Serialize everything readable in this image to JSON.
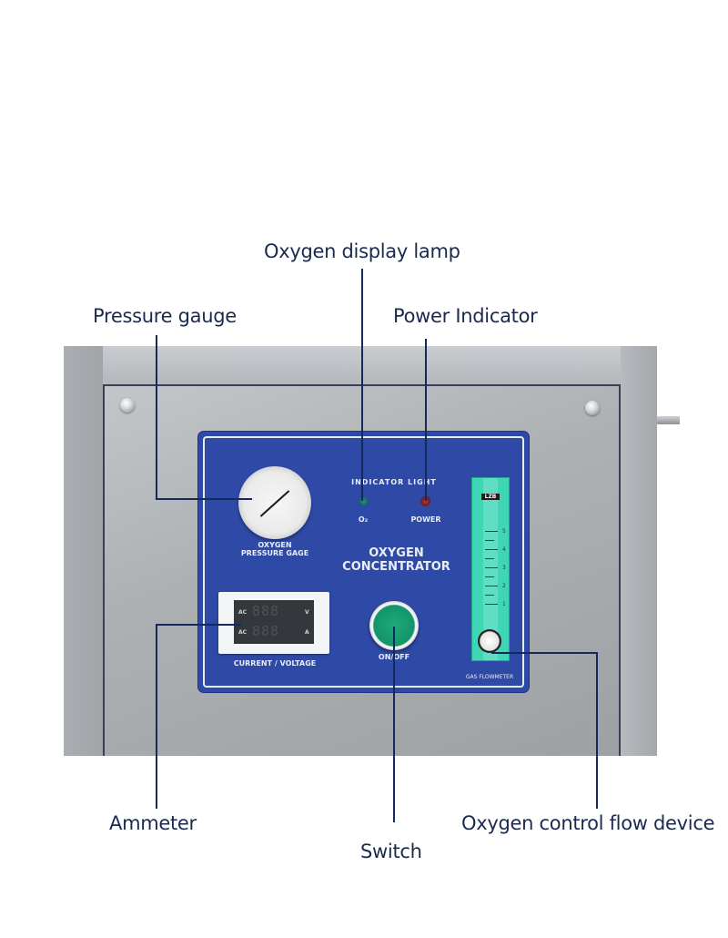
{
  "callouts": {
    "oxygen_display_lamp": "Oxygen display lamp",
    "pressure_gauge": "Pressure gauge",
    "power_indicator": "Power Indicator",
    "ammeter": "Ammeter",
    "switch": "Switch",
    "oxygen_control_flow_device": "Oxygen control flow device"
  },
  "panel": {
    "gauge_label_line1": "OXYGEN",
    "gauge_label_line2": "PRESSURE GAGE",
    "indicator_title": "INDICATOR LIGHT",
    "lamp_o2_label": "O₂",
    "lamp_power_label": "POWER",
    "title_line1": "OXYGEN",
    "title_line2": "CONCENTRATOR",
    "display_row1_prefix": "AC",
    "display_row2_prefix": "AC",
    "display_row1_value": "888",
    "display_row2_value": "888",
    "display_row1_unit": "V",
    "display_row2_unit": "A",
    "display_label": "CURRENT / VOLTAGE",
    "switch_label": "ON/OFF",
    "flowmeter_label": "GAS FLOWMETER",
    "flowmeter_brand": "LZB",
    "flowmeter_scale": [
      "5",
      "4",
      "3",
      "2",
      "1"
    ]
  },
  "colors": {
    "panel_blue": "#2e49a6",
    "callout_line": "#142a5c",
    "lamp_o2": "#1d6a6e",
    "lamp_power": "#7a1f2a",
    "switch_green": "#13946a",
    "flowmeter_teal": "#3fd6b6"
  }
}
